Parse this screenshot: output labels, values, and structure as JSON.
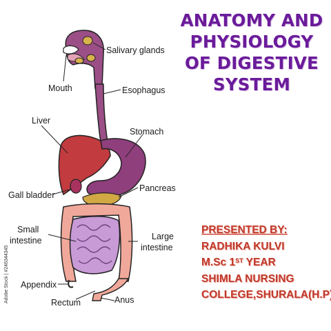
{
  "title": [
    "ANATOMY AND",
    "PHYSIOLOGY",
    "OF DIGESTIVE",
    "SYSTEM"
  ],
  "presenter": {
    "heading": "PRESENTED BY:",
    "name": "RADHIKA KULVI",
    "degree_pre": "M.Sc 1",
    "degree_sup": "ST",
    "degree_post": " YEAR",
    "college_line1": "SHIMLA NURSING",
    "college_line2": "COLLEGE,SHURALA(H.P)"
  },
  "labels": {
    "salivary_glands": "Salivary glands",
    "mouth": "Mouth",
    "esophagus": "Esophagus",
    "liver": "Liver",
    "stomach": "Stomach",
    "gall_bladder": "Gall bladder",
    "pancreas": "Pancreas",
    "small_intestine_1": "Small",
    "small_intestine_2": "intestine",
    "large_intestine_1": "Large",
    "large_intestine_2": "intestine",
    "appendix": "Appendix",
    "rectum": "Rectum",
    "anus": "Anus"
  },
  "stock_credit": "Adobe Stock | #246344345",
  "colors": {
    "title": "#6a1b9a",
    "presenter": "#c0392b",
    "esophagus": "#9b4f86",
    "liver": "#c23b3f",
    "stomach": "#8e3f7c",
    "gall_bladder": "#a8325e",
    "pancreas": "#d2a845",
    "small_intestine": "#c89ad6",
    "large_intestine": "#f0a89a",
    "salivary": "#d8b24a"
  }
}
